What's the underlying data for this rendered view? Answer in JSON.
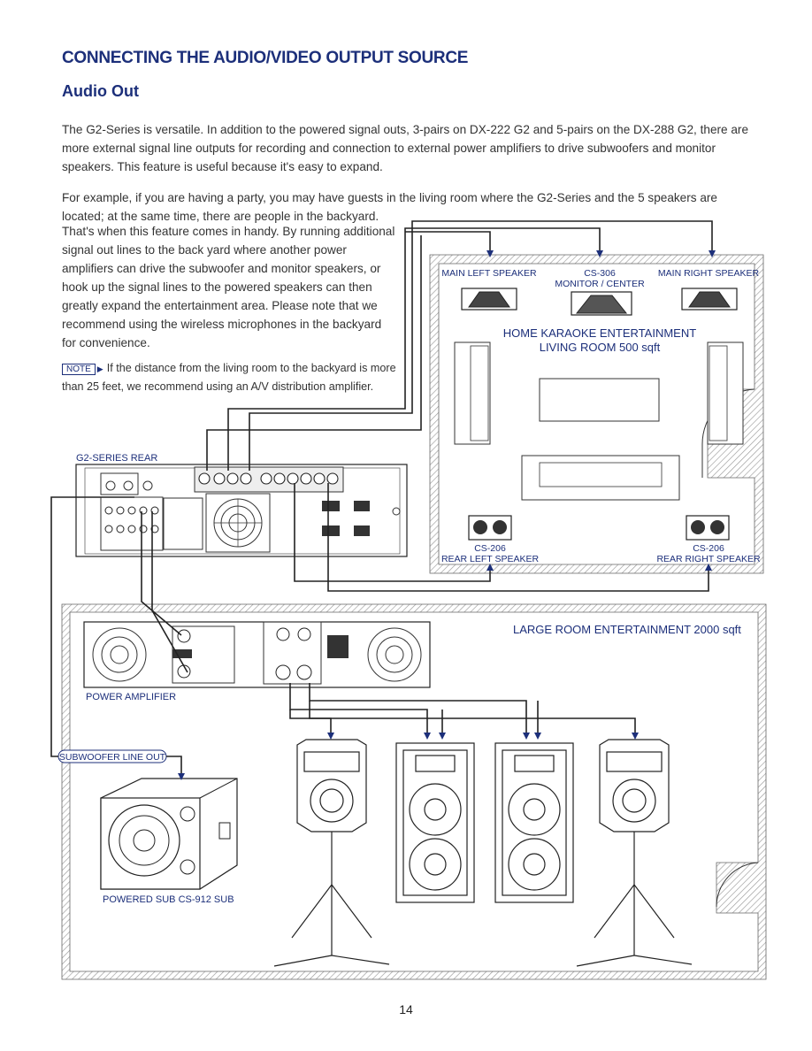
{
  "page": {
    "heading": "CONNECTING THE AUDIO/VIDEO OUTPUT SOURCE",
    "subheading": "Audio Out",
    "paragraph_1": "The G2-Series is versatile. In addition to the powered signal outs, 3-pairs on DX-222 G2 and 5-pairs on the DX-288 G2, there are more external signal line outputs for recording and connection to external power amplifiers to drive subwoofers and monitor speakers.  This feature is useful because it's easy to expand.",
    "paragraph_2a": "For example, if you are having a party, you may have guests in the living room where the G2-Series and the 5 speakers are located; at the same time, there are people in the backyard.",
    "paragraph_2b": "That's when this feature comes in handy.  By running additional signal out lines to the back yard where another power amplifiers can drive the subwoofer and monitor speakers, or hook up the signal lines to the powered speakers can then greatly expand the entertainment area. Please note that we recommend using the wireless microphones in the backyard for convenience.",
    "note_tag": "NOTE",
    "note_text": "If the distance from the living room to the backyard is more than 25 feet, we recommend using an A/V distribution amplifier.",
    "page_number": "14"
  },
  "diagram": {
    "living_room_title_1": "HOME KARAOKE ENTERTAINMENT",
    "living_room_title_2": "LIVING ROOM 500 sqft",
    "main_left": "MAIN LEFT SPEAKER",
    "center_1": "CS-306",
    "center_2": "MONITOR / CENTER",
    "main_right": "MAIN RIGHT SPEAKER",
    "rear_left_1": "CS-206",
    "rear_left_2": "REAR LEFT SPEAKER",
    "rear_right_1": "CS-206",
    "rear_right_2": "REAR RIGHT SPEAKER",
    "g2_rear": "G2-SERIES REAR",
    "large_room": "LARGE ROOM ENTERTAINMENT 2000 sqft",
    "power_amp": "POWER AMPLIFIER",
    "sub_line_out": "SUBWOOFER LINE OUT",
    "powered_sub": "POWERED SUB CS-912 SUB"
  },
  "colors": {
    "heading": "#1c2f7a",
    "label": "#1c2f7a",
    "arrow": "#1c2f7a",
    "room_hatch": "#9a9a9a",
    "line": "#222222"
  }
}
